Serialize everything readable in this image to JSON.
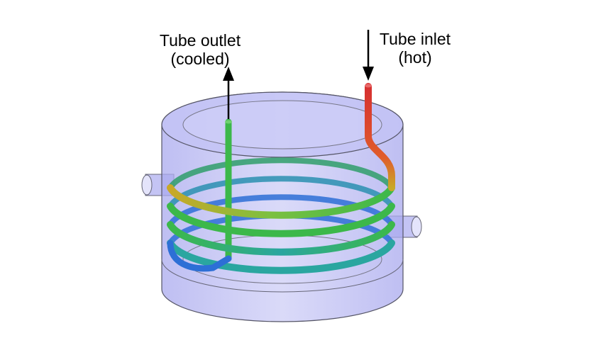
{
  "labels": {
    "outlet": {
      "line1": "Tube outlet",
      "line2": "(cooled)"
    },
    "inlet": {
      "line1": "Tube inlet",
      "line2": "(hot)"
    }
  },
  "colors": {
    "background": "#ffffff",
    "vessel_fill": "#b8b8f2",
    "vessel_edge": "#555566",
    "tube_hot": "#d63030",
    "tube_warm": "#c8a828",
    "tube_mid": "#3cb84a",
    "tube_cool": "#2d6fd6",
    "arrow": "#000000"
  }
}
